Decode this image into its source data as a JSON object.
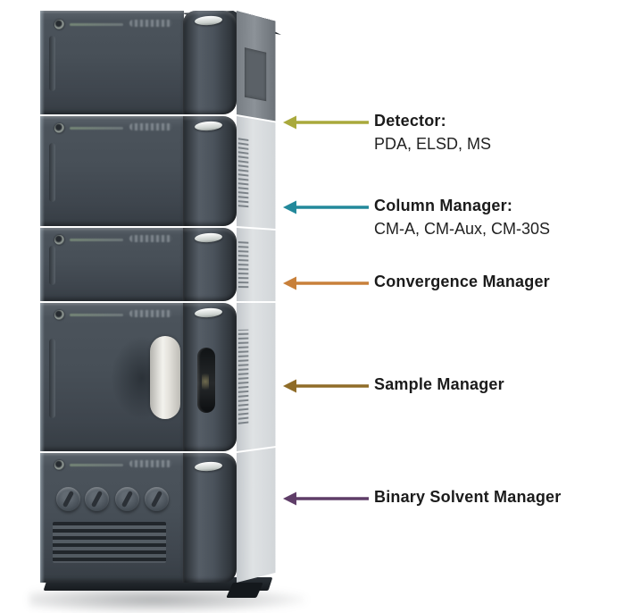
{
  "background": "#ffffff",
  "instrument": {
    "kind": "stacked-chromatography-system",
    "modules": [
      {
        "name": "detector"
      },
      {
        "name": "column-manager"
      },
      {
        "name": "convergence-manager"
      },
      {
        "name": "sample-manager"
      },
      {
        "name": "binary-solvent-manager"
      }
    ],
    "solvent_knob_count": 4
  },
  "annotations": [
    {
      "title": "Detector:",
      "subtitle": "PDA, ELSD, MS",
      "arrow_color": "#a9a93c"
    },
    {
      "title": "Column Manager:",
      "subtitle": "CM-A, CM-Aux, CM-30S",
      "arrow_color": "#23899b"
    },
    {
      "title": "Convergence Manager",
      "subtitle": "",
      "arrow_color": "#c8803a"
    },
    {
      "title": "Sample Manager",
      "subtitle": "",
      "arrow_color": "#8f6c28"
    },
    {
      "title": "Binary Solvent Manager",
      "subtitle": "",
      "arrow_color": "#5f3d68"
    }
  ]
}
